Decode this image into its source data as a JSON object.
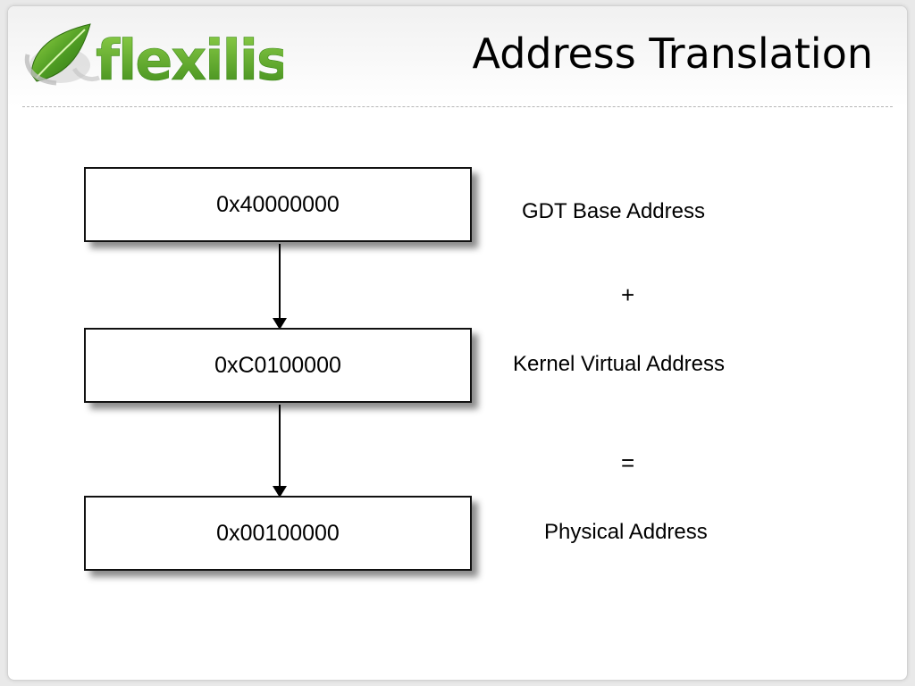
{
  "slide": {
    "title": "Address Translation",
    "logo_text": "flexilis"
  },
  "diagram": {
    "boxes": [
      {
        "value": "0x40000000",
        "label": "GDT Base Address"
      },
      {
        "value": "0xC0100000",
        "label": "Kernel Virtual Address"
      },
      {
        "value": "0x00100000",
        "label": "Physical Address"
      }
    ],
    "operators": [
      "+",
      "="
    ]
  },
  "colors": {
    "logo_green": "#5aa32a",
    "logo_gray": "#b9b9b9",
    "leaf_green": "#4c9a22"
  },
  "icons": {
    "logo": "leaf-icon",
    "connector": "arrow-down-icon"
  }
}
